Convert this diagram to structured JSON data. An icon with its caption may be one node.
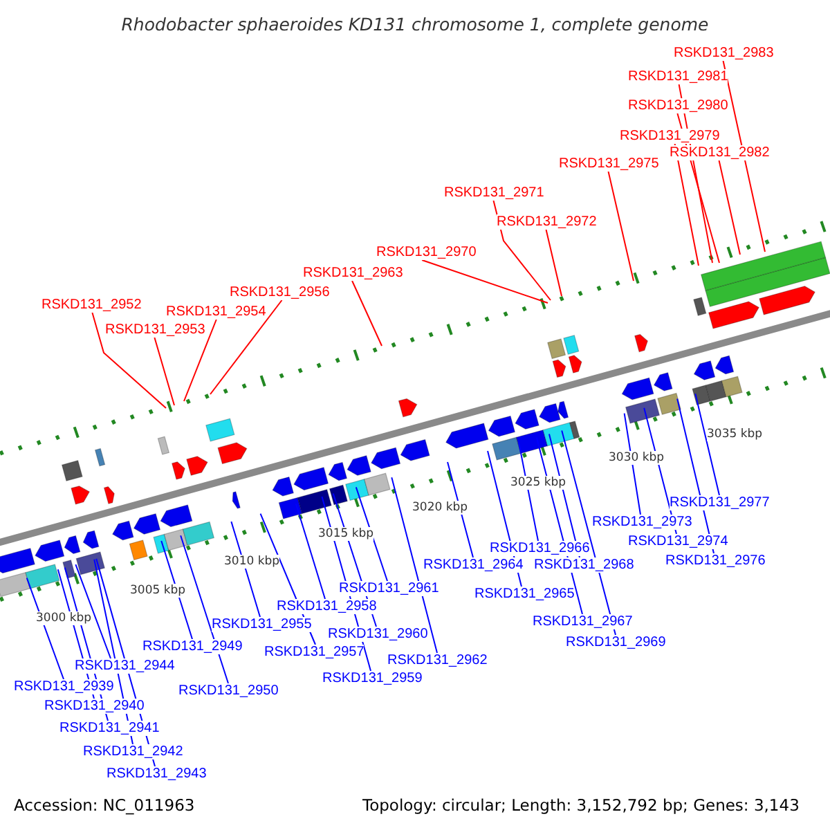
{
  "diagram": {
    "title": "Rhodobacter sphaeroides KD131 chromosome 1, complete genome",
    "nodes": [
      {
        "text": [
          "RSKD131_2983"
        ]
      },
      {
        "text": [
          "RSKD131_2981"
        ]
      },
      {
        "text": [
          "RSKD131_2980"
        ]
      },
      {
        "text": [
          "RSKD131_2979"
        ]
      },
      {
        "text": [
          "RSKD131_2982"
        ]
      },
      {
        "text": [
          "RSKD131_2975"
        ]
      },
      {
        "text": [
          "RSKD131_2971"
        ]
      },
      {
        "text": [
          "RSKD131_2972"
        ]
      },
      {
        "text": [
          "RSKD131_2970"
        ]
      },
      {
        "text": [
          "RSKD131_2963"
        ]
      },
      {
        "text": [
          "RSKD131_2956"
        ]
      },
      {
        "text": [
          "RSKD131_2954"
        ]
      },
      {
        "text": [
          "RSKD131_2953"
        ]
      },
      {
        "text": [
          "RSKD131_2952"
        ]
      },
      {
        "text": [
          "RSKD131_2977"
        ]
      },
      {
        "text": [
          "RSKD131_2973"
        ]
      },
      {
        "text": [
          "RSKD131_2974"
        ]
      },
      {
        "text": [
          "RSKD131_2976"
        ]
      },
      {
        "text": [
          "RSKD131_2966"
        ]
      },
      {
        "text": [
          "RSKD131_2964"
        ]
      },
      {
        "text": [
          "RSKD131_2968"
        ]
      },
      {
        "text": [
          "RSKD131_2961"
        ]
      },
      {
        "text": [
          "RSKD131_2965"
        ]
      },
      {
        "text": [
          "RSKD131_2958"
        ]
      },
      {
        "text": [
          "RSKD131_2967"
        ]
      },
      {
        "text": [
          "RSKD131_2955"
        ]
      },
      {
        "text": [
          "RSKD131_2960"
        ]
      },
      {
        "text": [
          "RSKD131_2969"
        ]
      },
      {
        "text": [
          "RSKD131_2949"
        ]
      },
      {
        "text": [
          "RSKD131_2957"
        ]
      },
      {
        "text": [
          "RSKD131_2962"
        ]
      },
      {
        "text": [
          "RSKD131_2944"
        ]
      },
      {
        "text": [
          "RSKD131_2959"
        ]
      },
      {
        "text": [
          "RSKD131_2939"
        ]
      },
      {
        "text": [
          "RSKD131_2950"
        ]
      },
      {
        "text": [
          "RSKD131_2940"
        ]
      },
      {
        "text": [
          "RSKD131_2941"
        ]
      },
      {
        "text": [
          "RSKD131_2942"
        ]
      },
      {
        "text": [
          "RSKD131_2943"
        ]
      }
    ],
    "edges": [
      {
        "from": 0,
        "to": null,
        "arrow": "none",
        "color": "#ff0000"
      },
      {
        "from": 1,
        "to": null,
        "arrow": "none",
        "color": "#ff0000"
      },
      {
        "from": 2,
        "to": null,
        "arrow": "none",
        "color": "#ff0000"
      },
      {
        "from": 3,
        "to": null,
        "arrow": "none",
        "color": "#ff0000"
      },
      {
        "from": 4,
        "to": null,
        "arrow": "none",
        "color": "#ff0000"
      },
      {
        "from": 5,
        "to": null,
        "arrow": "none",
        "color": "#ff0000"
      },
      {
        "from": 6,
        "to": null,
        "arrow": "none",
        "color": "#ff0000"
      },
      {
        "from": 7,
        "to": null,
        "arrow": "none",
        "color": "#ff0000"
      },
      {
        "from": 8,
        "to": null,
        "arrow": "none",
        "color": "#ff0000"
      },
      {
        "from": 9,
        "to": null,
        "arrow": "none",
        "color": "#ff0000"
      },
      {
        "from": 10,
        "to": null,
        "arrow": "none",
        "color": "#ff0000"
      },
      {
        "from": 11,
        "to": null,
        "arrow": "none",
        "color": "#ff0000"
      },
      {
        "from": 12,
        "to": null,
        "arrow": "none",
        "color": "#ff0000"
      },
      {
        "from": 13,
        "to": null,
        "arrow": "none",
        "color": "#ff0000"
      },
      {
        "from": 14,
        "to": null,
        "arrow": "none"
      },
      {
        "from": 15,
        "to": null,
        "arrow": "none"
      },
      {
        "from": 16,
        "to": null,
        "arrow": "none"
      },
      {
        "from": 17,
        "to": null,
        "arrow": "none"
      },
      {
        "from": 18,
        "to": null,
        "arrow": "none"
      },
      {
        "from": 19,
        "to": null,
        "arrow": "none"
      },
      {
        "from": 20,
        "to": null,
        "arrow": "none"
      },
      {
        "from": 21,
        "to": null,
        "arrow": "none"
      },
      {
        "from": 22,
        "to": null,
        "arrow": "none"
      },
      {
        "from": 23,
        "to": null,
        "arrow": "none"
      },
      {
        "from": 24,
        "to": null,
        "arrow": "none"
      },
      {
        "from": 25,
        "to": null,
        "arrow": "none"
      },
      {
        "from": 26,
        "to": null,
        "arrow": "none"
      },
      {
        "from": 27,
        "to": null,
        "arrow": "none"
      },
      {
        "from": 28,
        "to": null,
        "arrow": "none"
      },
      {
        "from": 29,
        "to": null,
        "arrow": "none"
      },
      {
        "from": 30,
        "to": null,
        "arrow": "none"
      },
      {
        "from": 31,
        "to": null,
        "arrow": "none"
      },
      {
        "from": 32,
        "to": null,
        "arrow": "none"
      },
      {
        "from": 33,
        "to": null,
        "arrow": "none"
      },
      {
        "from": 34,
        "to": null,
        "arrow": "none"
      },
      {
        "from": 35,
        "to": null,
        "arrow": "none"
      },
      {
        "from": 36,
        "to": null,
        "arrow": "none"
      },
      {
        "from": 37,
        "to": null,
        "arrow": "none"
      },
      {
        "from": 38,
        "to": null,
        "arrow": "none"
      }
    ],
    "labels": [
      "3035 kbp",
      "3030 kbp",
      "3025 kbp",
      "3020 kbp",
      "3015 kbp",
      "3010 kbp",
      "3005 kbp",
      "3000 kbp",
      "Accession: NC_011963",
      "Topology: circular; Length: 3,152,792 bp; Genes: 3,143"
    ]
  }
}
